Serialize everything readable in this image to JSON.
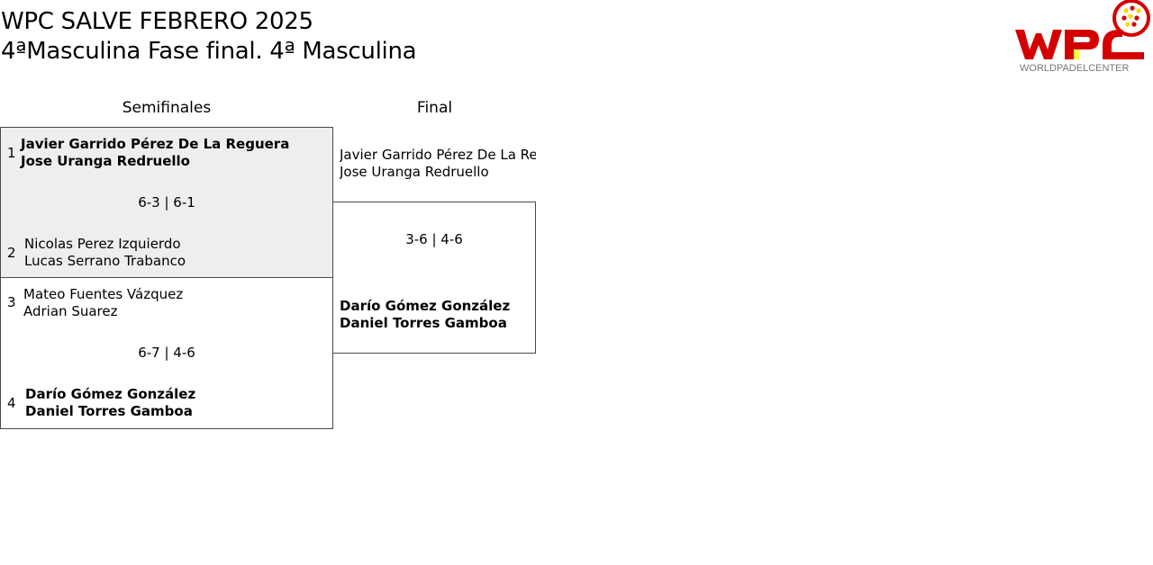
{
  "header": {
    "title": "WPC SALVE FEBRERO 2025",
    "subtitle": "4ªMasculina Fase final. 4ª Masculina",
    "logo_text": "WORLDPADELCENTER"
  },
  "rounds": {
    "semifinal": "Semifinales",
    "final": "Final"
  },
  "semifinal_1": {
    "seed_1": "1",
    "team_1": [
      "Javier Garrido Pérez De La Reguera",
      "Jose Uranga Redruello"
    ],
    "score": "6-3 | 6-1",
    "seed_2": "2",
    "team_2": [
      "Nicolas Perez Izquierdo",
      "Lucas Serrano Trabanco"
    ]
  },
  "semifinal_2": {
    "seed_1": "3",
    "team_1": [
      "Mateo Fuentes Vázquez",
      "Adrian Suarez"
    ],
    "score": "6-7 | 4-6",
    "seed_2": "4",
    "team_2": [
      "Darío Gómez González",
      "Daniel Torres Gamboa"
    ]
  },
  "final": {
    "team_1": [
      "Javier Garrido Pérez De La Reguera",
      "Jose Uranga Redruello"
    ],
    "score": "3-6 | 4-6",
    "team_2": [
      "Darío Gómez González",
      "Daniel Torres Gamboa"
    ]
  },
  "colors": {
    "logo_red": "#d40000",
    "logo_yellow": "#ffff40",
    "winner_bg": "#eeeeee",
    "border": "#4a4a4a"
  }
}
